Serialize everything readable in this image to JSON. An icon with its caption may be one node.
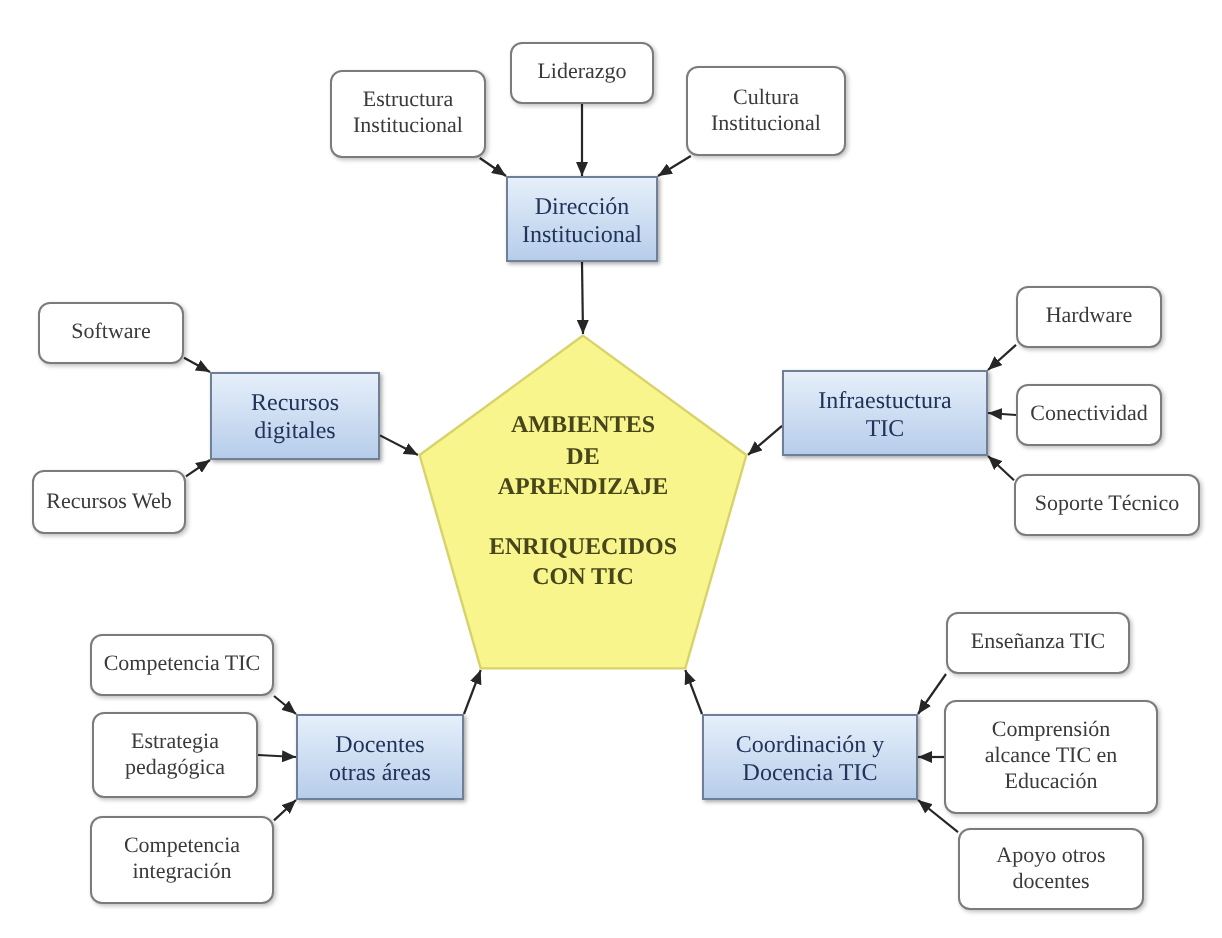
{
  "diagram": {
    "nodes": [
      {
        "text": [
          "Liderazgo"
        ]
      },
      {
        "text": [
          "Estructura Institucional"
        ]
      },
      {
        "text": [
          "Cultura Institucional"
        ]
      },
      {
        "text": [
          "Dirección Institucional"
        ]
      },
      {
        "text": [
          "Software"
        ]
      },
      {
        "text": [
          "Recursos Web"
        ]
      },
      {
        "text": [
          "Recursos digitales"
        ]
      },
      {
        "text": [
          "Hardware"
        ]
      },
      {
        "text": [
          "Conectividad"
        ]
      },
      {
        "text": [
          "Soporte Técnico"
        ]
      },
      {
        "text": [
          "Infraestuctura TIC"
        ]
      },
      {
        "text": [
          "AMBIENTES DE APRENDIZAJE",
          "ENRIQUECIDOS CON TIC"
        ]
      },
      {
        "text": [
          "Competencia TIC"
        ]
      },
      {
        "text": [
          "Estrategia pedagógica"
        ]
      },
      {
        "text": [
          "Competencia integración"
        ]
      },
      {
        "text": [
          "Docentes otras áreas"
        ]
      },
      {
        "text": [
          "Enseñanza TIC"
        ]
      },
      {
        "text": [
          "Comprensión alcance TIC en Educación"
        ]
      },
      {
        "text": [
          "Apoyo otros docentes"
        ]
      },
      {
        "text": [
          "Coordinación y Docencia TIC"
        ]
      }
    ],
    "edges": [
      {
        "from": 1,
        "to": 3,
        "arrow": "to"
      },
      {
        "from": 0,
        "to": 3,
        "arrow": "to"
      },
      {
        "from": 2,
        "to": 3,
        "arrow": "to"
      },
      {
        "from": 3,
        "to": 11,
        "arrow": "to"
      },
      {
        "from": 4,
        "to": 6,
        "arrow": "to"
      },
      {
        "from": 5,
        "to": 6,
        "arrow": "to"
      },
      {
        "from": 6,
        "to": 11,
        "arrow": "to"
      },
      {
        "from": 7,
        "to": 10,
        "arrow": "to"
      },
      {
        "from": 8,
        "to": 10,
        "arrow": "to"
      },
      {
        "from": 9,
        "to": 10,
        "arrow": "to"
      },
      {
        "from": 10,
        "to": 11,
        "arrow": "to"
      },
      {
        "from": 12,
        "to": 15,
        "arrow": "to"
      },
      {
        "from": 13,
        "to": 15,
        "arrow": "to"
      },
      {
        "from": 14,
        "to": 15,
        "arrow": "to"
      },
      {
        "from": 15,
        "to": 11,
        "arrow": "to"
      },
      {
        "from": 16,
        "to": 19,
        "arrow": "to"
      },
      {
        "from": 17,
        "to": 19,
        "arrow": "to"
      },
      {
        "from": 18,
        "to": 19,
        "arrow": "to"
      },
      {
        "from": 19,
        "to": 11,
        "arrow": "to"
      }
    ]
  }
}
